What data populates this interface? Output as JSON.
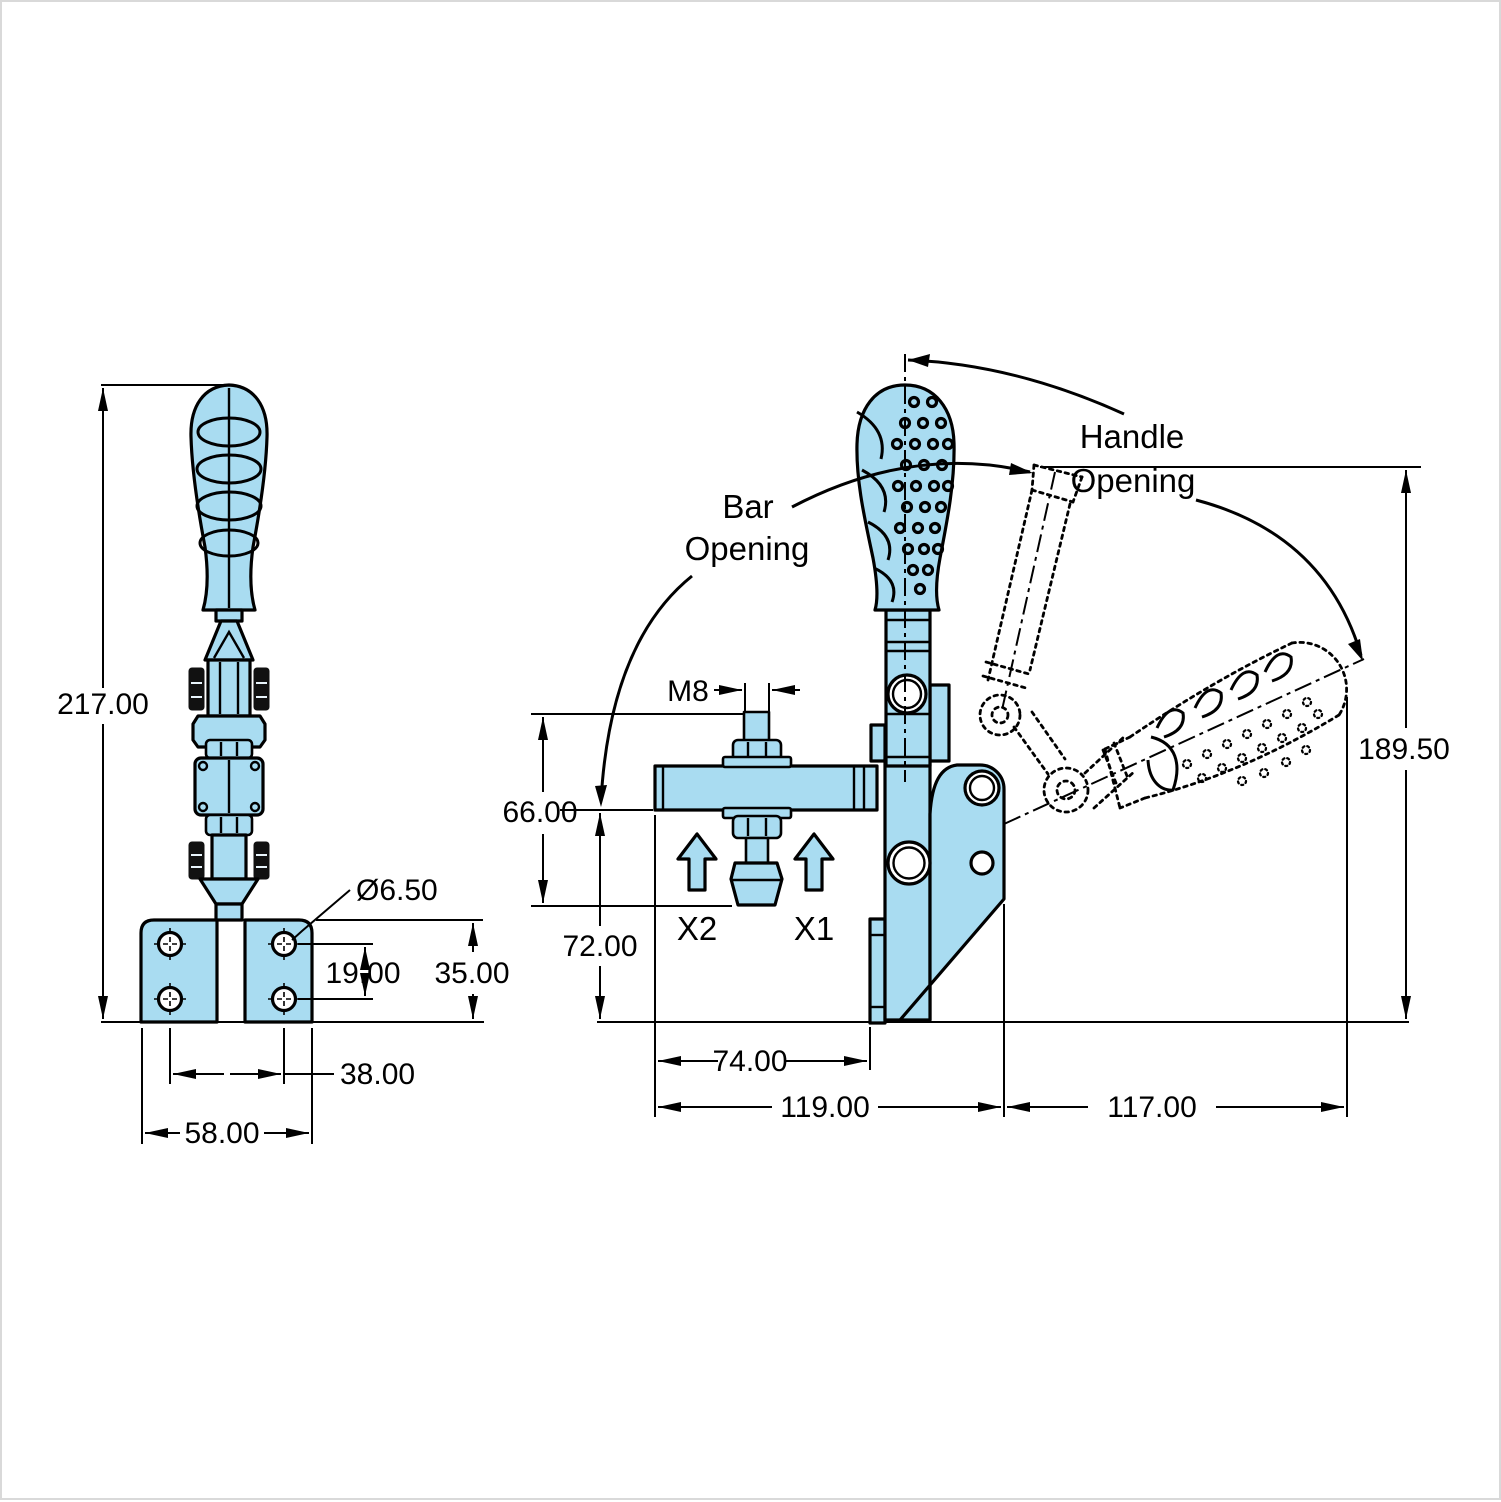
{
  "colors": {
    "part-fill": "#a9dcf1",
    "line": "#000000",
    "background": "#ffffff"
  },
  "front_view": {
    "dim_overall_height": "217.00",
    "dim_hole_diameter": "Ø6.50",
    "dim_hole_pitch_vertical": "19.00",
    "dim_base_height": "35.00",
    "dim_hole_pitch_horizontal": "38.00",
    "dim_base_width": "58.00"
  },
  "side_view": {
    "dim_thread": "M8",
    "dim_spindle_height": "66.00",
    "dim_bar_height": "72.00",
    "dim_bar_reach": "74.00",
    "dim_base_length": "119.00",
    "dim_handle_reach": "117.00",
    "dim_open_height": "189.50",
    "label_bar_line1": "Bar",
    "label_bar_line2": "Opening",
    "label_handle_line1": "Handle",
    "label_handle_line2": "Opening",
    "label_clamp_point_1": "X1",
    "label_clamp_point_2": "X2"
  }
}
